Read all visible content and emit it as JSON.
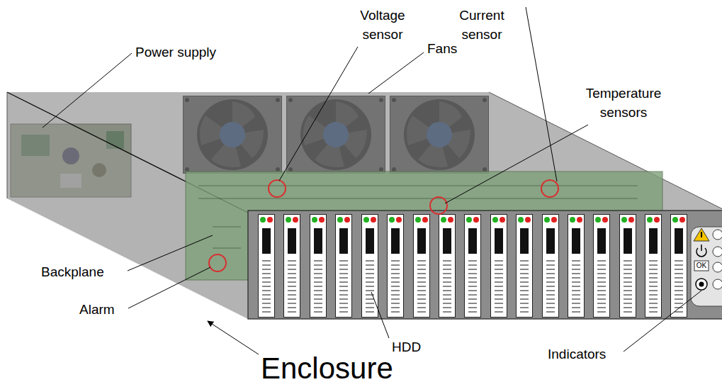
{
  "diagram": {
    "labels": [
      "Voltage sensor",
      "Current sensor",
      "Power supply",
      "Fans",
      "Temperature sensors",
      "Backplane",
      "Alarm",
      "HDD",
      "Indicators",
      "Enclosure",
      "OK"
    ]
  }
}
